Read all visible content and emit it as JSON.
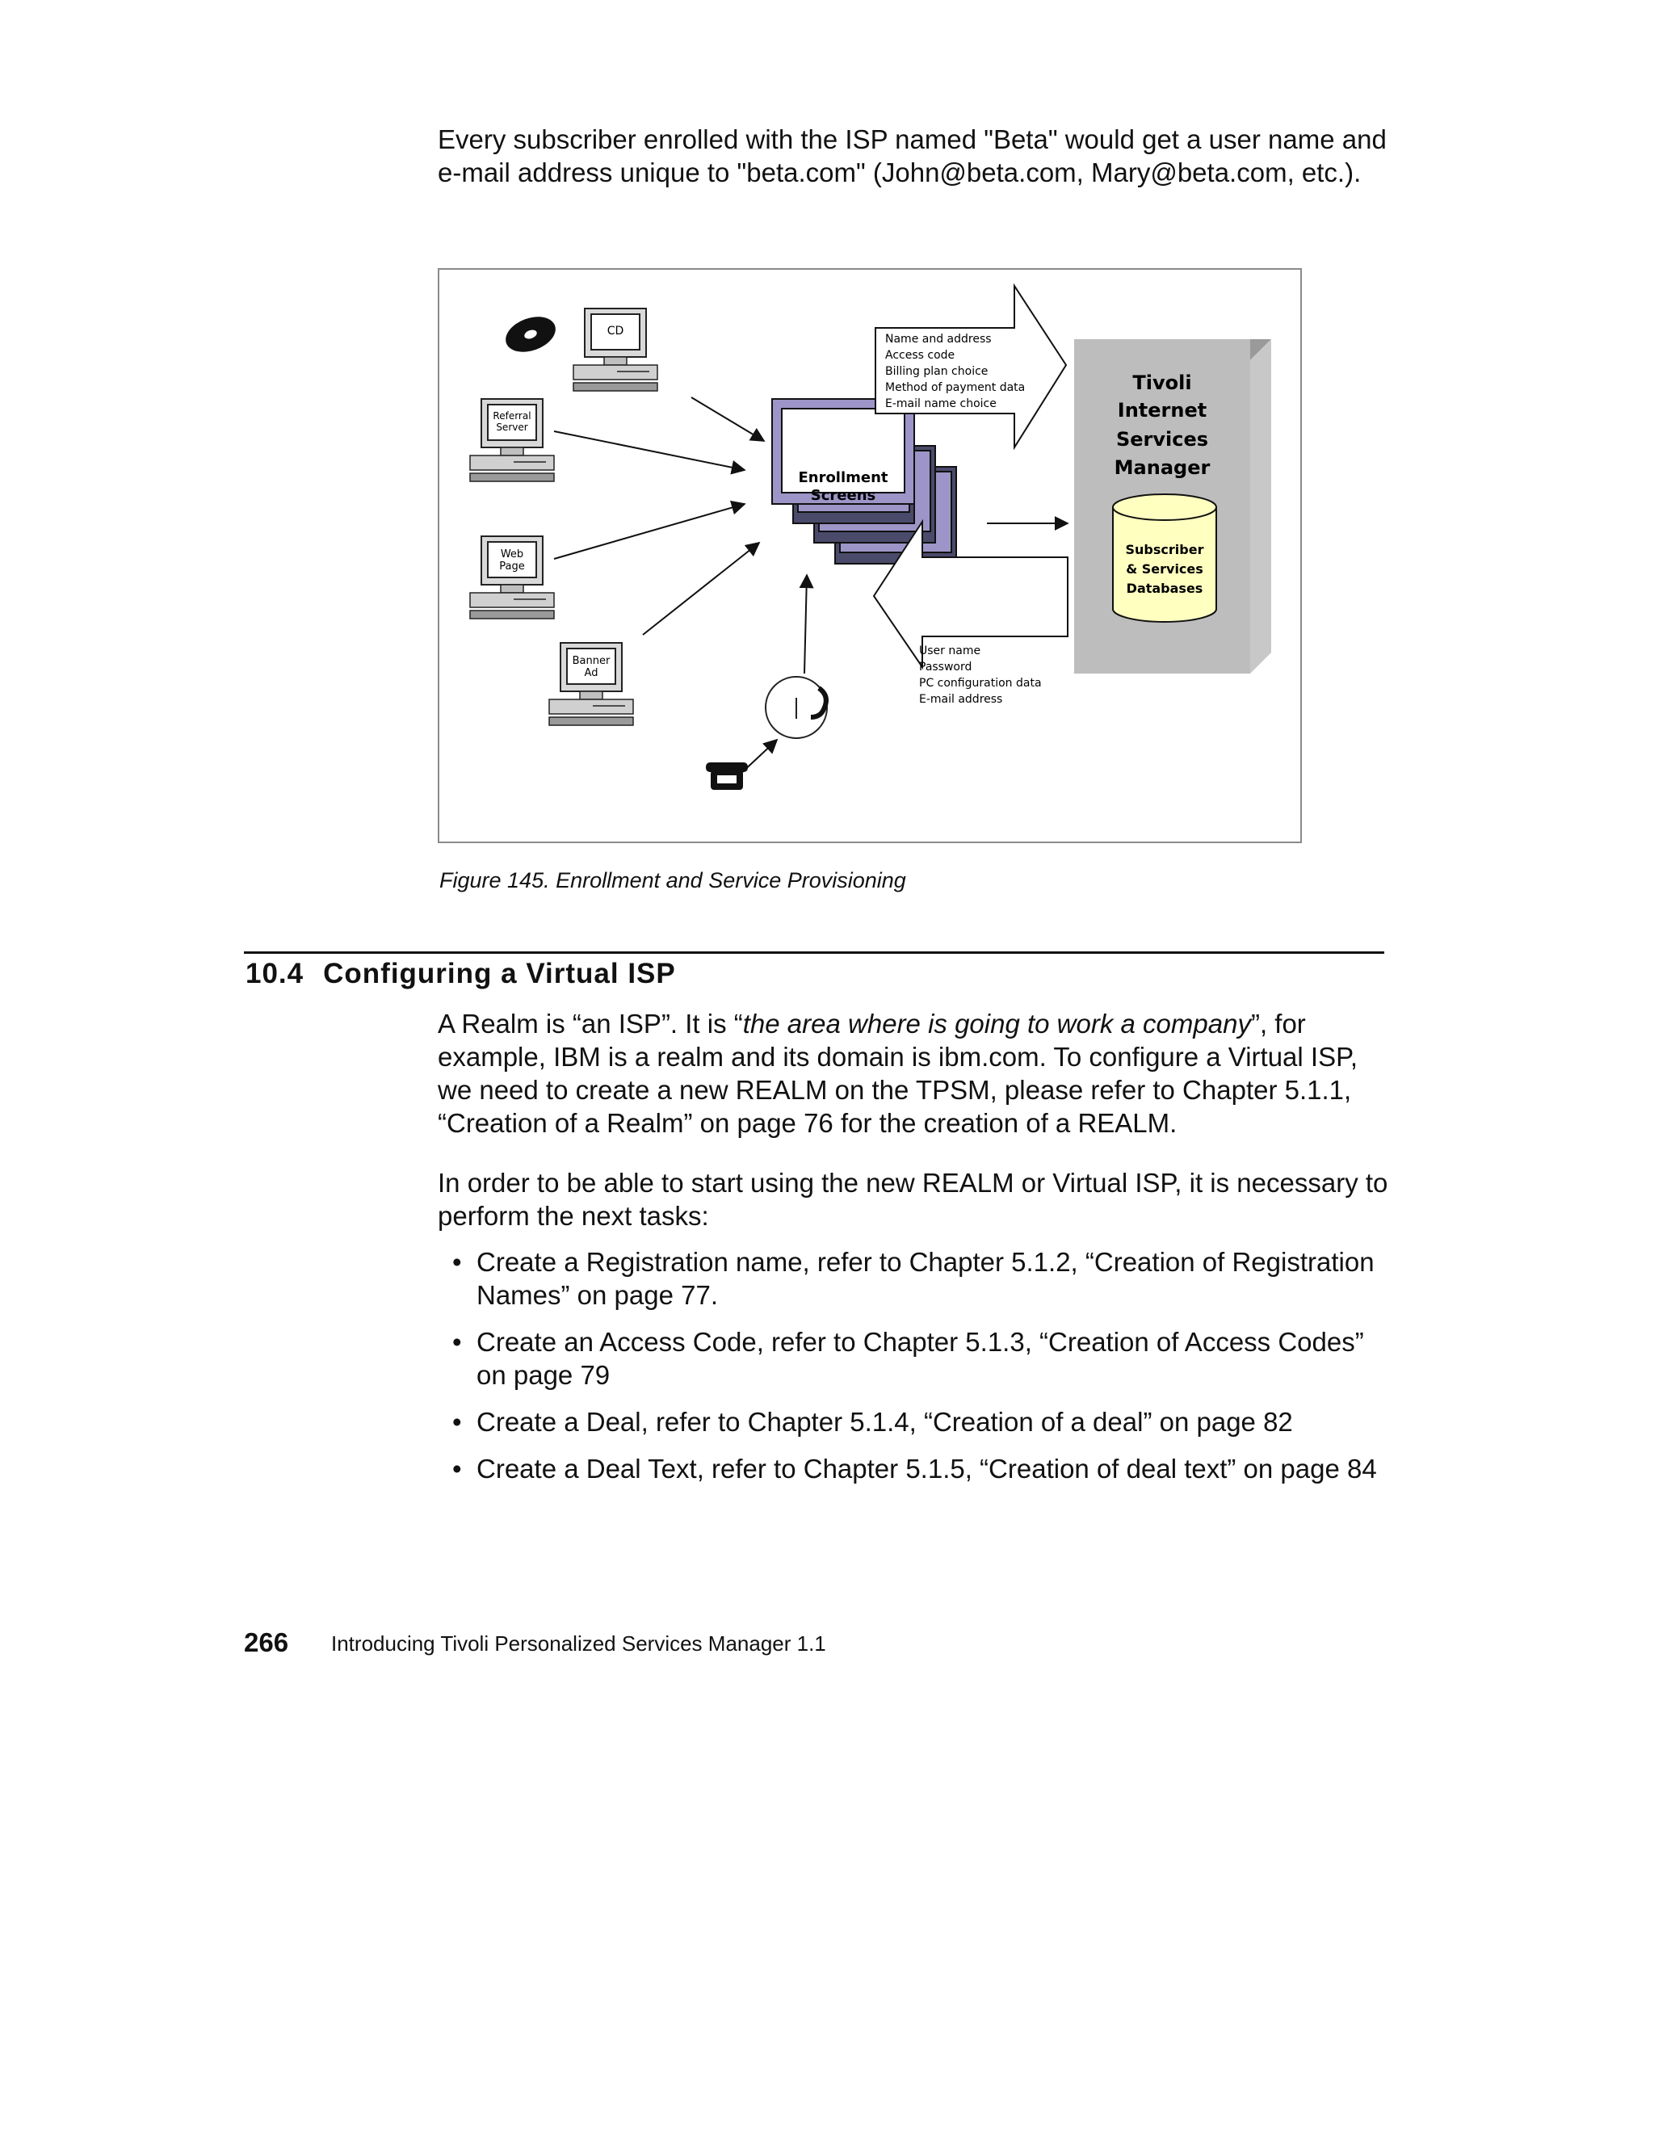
{
  "intro": "Every subscriber enrolled with the ISP named \"Beta\" would get a user name and e-mail address unique to \"beta.com\" (John@beta.com, Mary@beta.com, etc.).",
  "figure": {
    "cd_label": "CD",
    "referral_label_1": "Referral",
    "referral_label_2": "Server",
    "web_label_1": "Web",
    "web_label_2": "Page",
    "banner_label_1": "Banner",
    "banner_label_2": "Ad",
    "enrollment_label_1": "Enrollment",
    "enrollment_label_2": "Screens",
    "request_items": [
      "Name and address",
      "Access code",
      "Billing plan choice",
      "Method of payment data",
      "E-mail name choice"
    ],
    "response_items": [
      "User name",
      "Password",
      "PC configuration data",
      "E-mail address"
    ],
    "tism_title": [
      "Tivoli",
      "Internet",
      "Services",
      "Manager"
    ],
    "db_label": [
      "Subscriber",
      "& Services",
      "Databases"
    ]
  },
  "caption": "Figure 145.  Enrollment and Service Provisioning",
  "section": {
    "number": "10.4",
    "title": "Configuring a Virtual ISP"
  },
  "para1": {
    "a": "A Realm is “an ISP”. It is “",
    "em": "the area where is going to work a company",
    "b": "”, for example, IBM is a realm and its domain is ibm.com. To configure a Virtual ISP, we need to create a new REALM on the TPSM, please refer to Chapter 5.1.1, “Creation of a Realm” on page 76 for the creation of a REALM."
  },
  "para2": "In order to be able to start using the new REALM or Virtual ISP, it is necessary to perform the next tasks:",
  "bullets": [
    "Create a Registration name, refer to Chapter 5.1.2, “Creation of Registration Names” on page 77.",
    "Create an Access Code, refer to Chapter 5.1.3, “Creation of Access Codes” on page 79",
    "Create a Deal, refer to Chapter 5.1.4, “Creation of a deal” on page 82",
    "Create a Deal Text, refer to Chapter 5.1.5, “Creation of deal text” on page 84"
  ],
  "bullet_symbol": "•",
  "footer": {
    "page_number": "266",
    "book_title": "Introducing Tivoli Personalized Services Manager 1.1"
  }
}
